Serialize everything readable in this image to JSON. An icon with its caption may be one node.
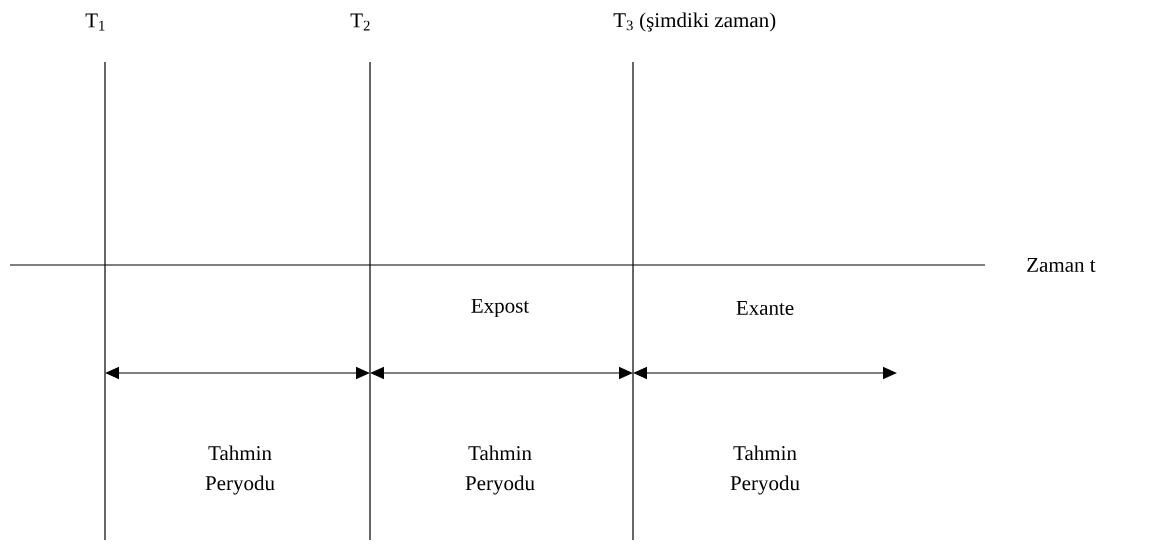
{
  "diagram": {
    "labels": [
      "T$_{1}$",
      "T$_{2}$",
      "T$_{3}$ (şimdiki zaman)",
      "Zaman t",
      "Expost",
      "Exante",
      "Tahmin Peryodu",
      "Tahmin Peryodu",
      "Tahmin Peryodu"
    ]
  }
}
